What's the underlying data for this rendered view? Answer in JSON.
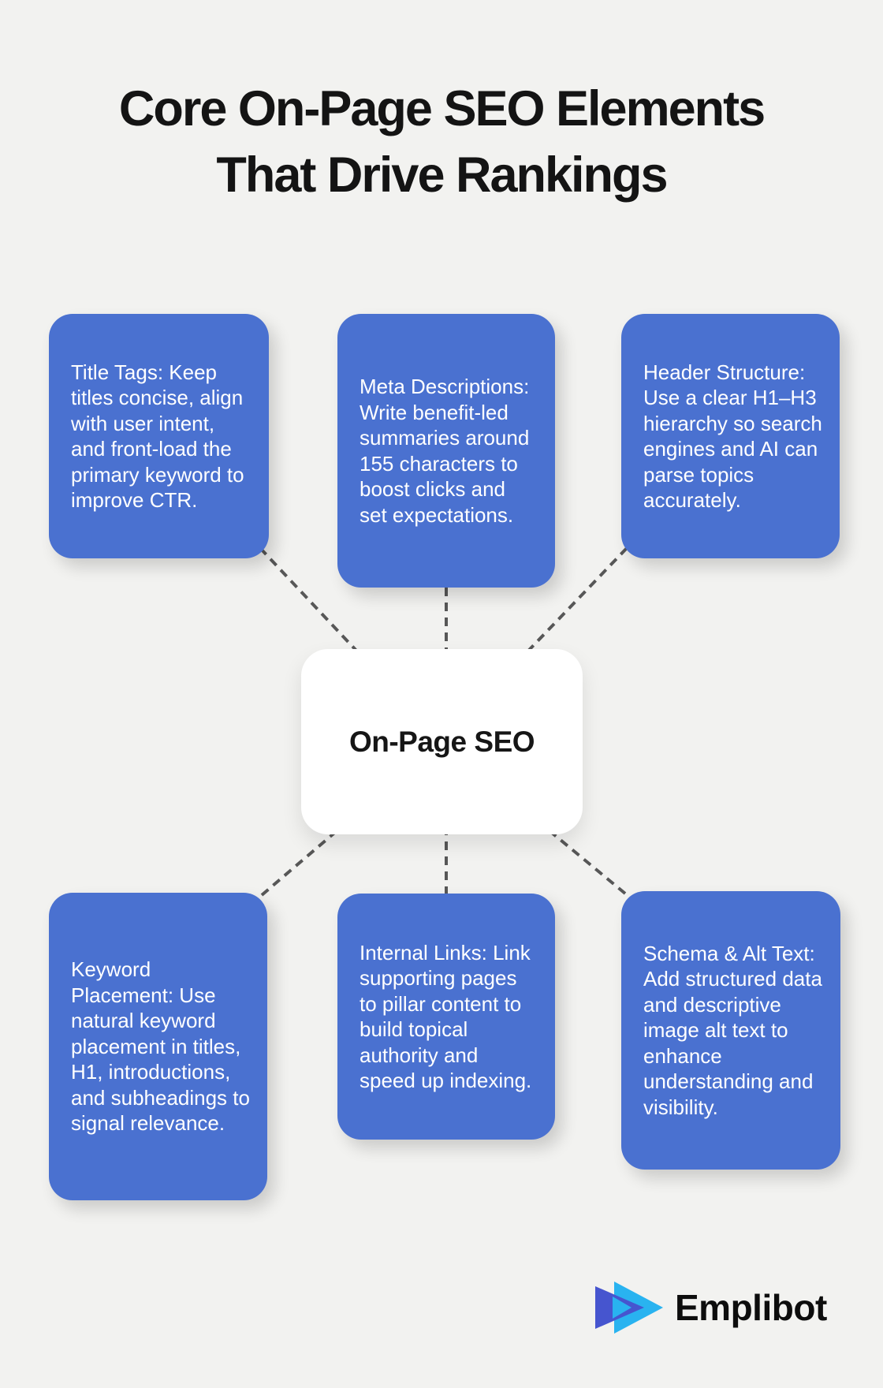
{
  "title": {
    "line1": "Core On-Page SEO Elements",
    "line2": "That Drive Rankings"
  },
  "center_node": {
    "label": "On-Page SEO"
  },
  "cards": [
    {
      "id": "title-tags",
      "text": "Title Tags: Keep titles concise, align with user intent, and front-load the primary keyword to improve CTR."
    },
    {
      "id": "meta-descriptions",
      "text": "Meta Descriptions: Write benefit-led summaries around 155 characters to boost clicks and set expectations."
    },
    {
      "id": "header-structure",
      "text": "Header Structure: Use a clear H1–H3 hierarchy so search engines and AI can parse topics accurately."
    },
    {
      "id": "keyword-placement",
      "text": "Keyword Placement: Use natural keyword placement in titles, H1, introductions, and subheadings to signal relevance."
    },
    {
      "id": "internal-links",
      "text": "Internal Links: Link supporting pages to pillar content to build topical authority and speed up indexing."
    },
    {
      "id": "schema-alt-text",
      "text": "Schema & Alt Text: Add structured data and descriptive image alt text to enhance understanding and visibility."
    }
  ],
  "logo": {
    "brand": "Emplibot"
  },
  "colors": {
    "background": "#f2f2f0",
    "card_blue": "#4a71d0",
    "card_text": "#ffffff",
    "connector_gray": "#575757",
    "title_black": "#141414",
    "logo_indigo": "#4655cf",
    "logo_cyan": "#29b3f0"
  }
}
